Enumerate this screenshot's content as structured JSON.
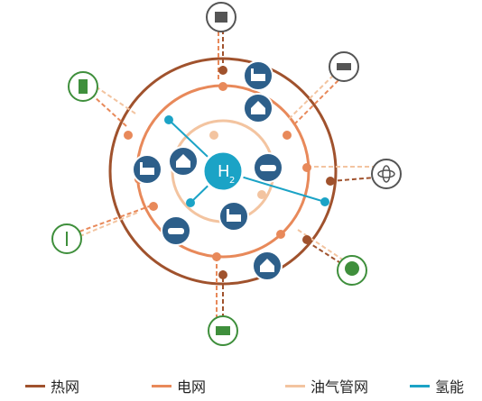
{
  "hub": {
    "label_main": "H",
    "label_sub": "2"
  },
  "colors": {
    "heat": "#A0522D",
    "power": "#E8895A",
    "gas": "#F3C4A0",
    "hydrogen": "#1BA3C6",
    "icon_blue": "#2D5F8A",
    "icon_green": "#3F8F3C",
    "icon_gray": "#555555"
  },
  "legend": [
    {
      "label": "热网",
      "color": "#A0522D",
      "dash": false
    },
    {
      "label": "电网",
      "color": "#E8895A",
      "dash": false
    },
    {
      "label": "油气管网",
      "color": "#F3C4A0",
      "dash": false
    },
    {
      "label": "氢能",
      "color": "#1BA3C6",
      "dash": false
    }
  ],
  "nodes": {
    "inner": [
      "factory-icon",
      "house-icon",
      "car-icon",
      "factory-icon",
      "car-icon",
      "house-icon",
      "factory-icon",
      "house-icon"
    ],
    "outer": [
      "oil-rig-icon",
      "coal-cart-icon",
      "atom-icon",
      "tree-icon",
      "solar-panel-icon",
      "wind-turbine-icon",
      "battery-icon"
    ]
  }
}
